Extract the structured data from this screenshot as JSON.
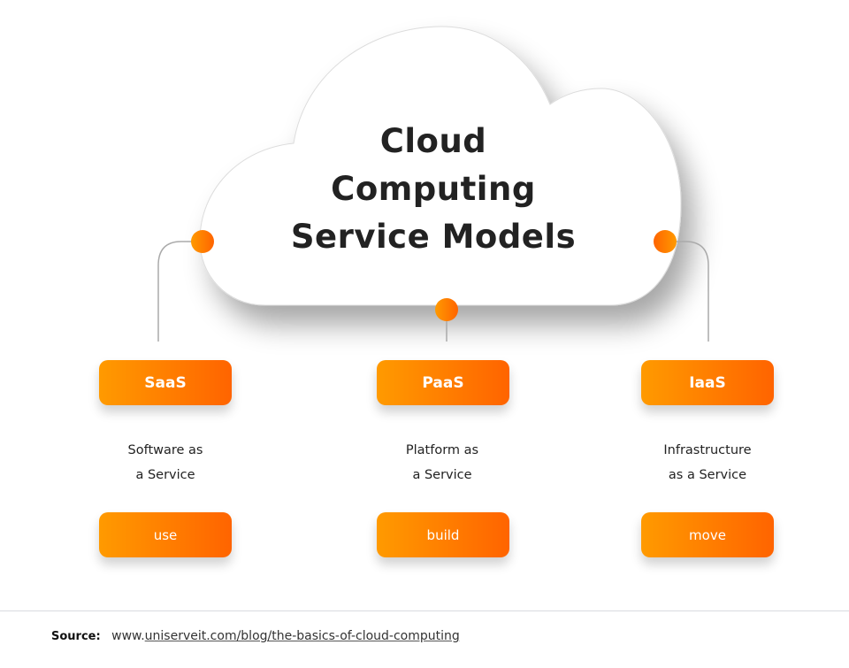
{
  "title": {
    "lines": [
      "Cloud",
      "Computing",
      "Service Models"
    ]
  },
  "colors": {
    "accent_start": "#ff9a00",
    "accent_end": "#ff6400",
    "connector": "#aaaaaa",
    "text": "#222222"
  },
  "models": [
    {
      "abbr": "SaaS",
      "desc_line1": "Software as",
      "desc_line2": "a Service",
      "action": "use"
    },
    {
      "abbr": "PaaS",
      "desc_line1": "Platform as",
      "desc_line2": "a Service",
      "action": "build"
    },
    {
      "abbr": "IaaS",
      "desc_line1": "Infrastructure",
      "desc_line2": "as a Service",
      "action": "move"
    }
  ],
  "footer": {
    "source_label": "Source:",
    "url_prefix": "www.",
    "url_rest": "uniserveit.com/blog/the-basics-of-cloud-computing"
  }
}
